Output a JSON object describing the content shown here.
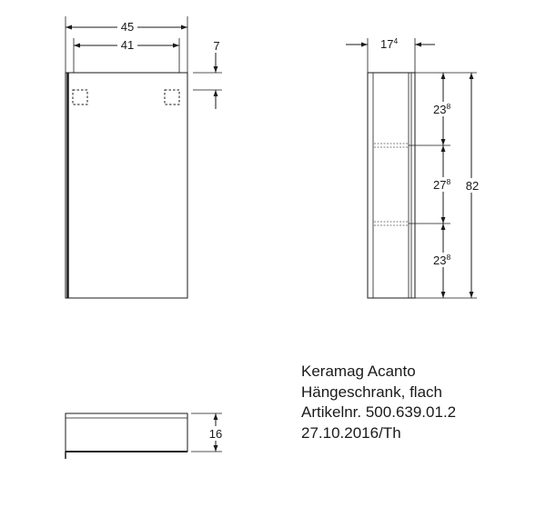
{
  "drawing": {
    "front_view": {
      "width_outer": "45",
      "width_inner": "41",
      "top_offset": "7"
    },
    "side_view": {
      "depth": {
        "main": "17",
        "sup": "4"
      },
      "shelf_top": {
        "main": "23",
        "sup": "8"
      },
      "shelf_mid": {
        "main": "27",
        "sup": "8"
      },
      "shelf_bottom": {
        "main": "23",
        "sup": "8"
      },
      "height_total": "82"
    },
    "top_view": {
      "depth": "16"
    }
  },
  "info_block": {
    "line1": "Keramag Acanto",
    "line2": "Hängeschrank, flach",
    "line3": "Artikelnr. 500.639.01.2",
    "line4": "27.10.2016/Th"
  },
  "colors": {
    "line": "#1a1a1a",
    "shelf_dash": "#555555"
  }
}
